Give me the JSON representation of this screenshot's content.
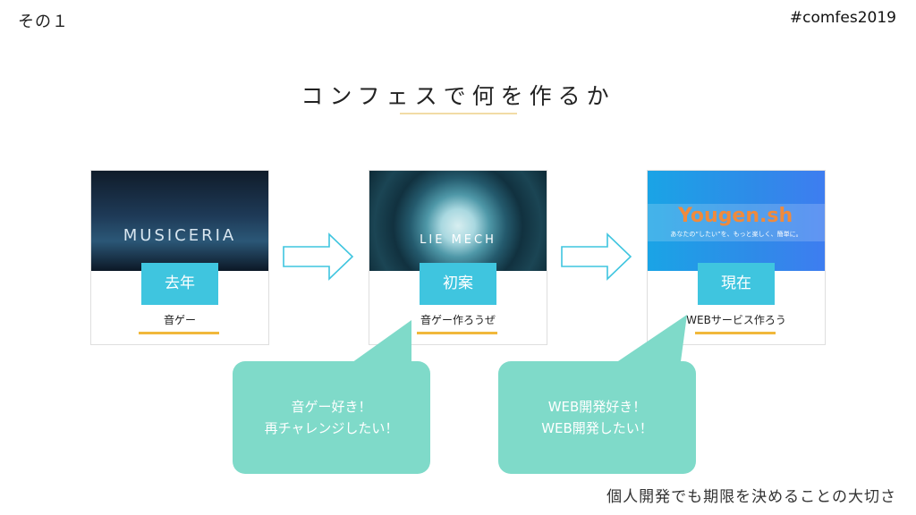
{
  "corner": {
    "left": "その１",
    "right": "#comfes2019"
  },
  "title": "コンフェスで何を作るか",
  "cards": [
    {
      "image_text": "MUSICERIA",
      "badge": "去年",
      "caption": "音ゲー"
    },
    {
      "image_text": "LIE MECH",
      "badge": "初案",
      "caption": "音ゲー作ろうぜ"
    },
    {
      "image_text": "Yougen.sh",
      "image_tagline": "あなたの“したい”を、もっと楽しく、簡単に。",
      "badge": "現在",
      "caption": "WEBサービス作ろう"
    }
  ],
  "bubbles": [
    {
      "line1": "音ゲー好き！",
      "line2": "再チャレンジしたい！"
    },
    {
      "line1": "WEB開発好き！",
      "line2": "WEB開発したい！"
    }
  ],
  "footer": "個人開発でも期限を決めることの大切さ",
  "colors": {
    "badge": "#3fc5df",
    "caption_line": "#f1b83b",
    "bubble": "#7fdac9",
    "title_line": "#f2dca6",
    "arrow": "#3fc5df"
  }
}
